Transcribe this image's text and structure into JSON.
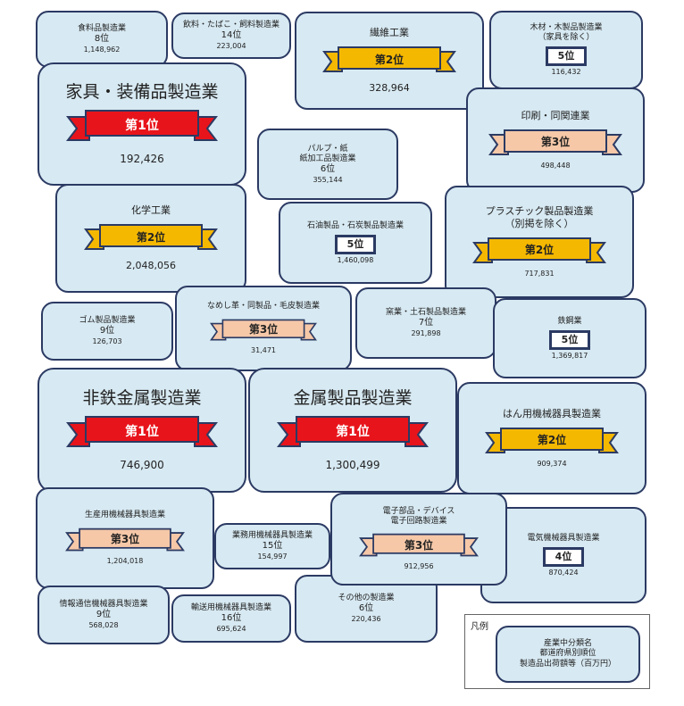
{
  "colors": {
    "card_fill": "#d7e9f2",
    "card_border": "#2b3a63",
    "rank1_fill": "#e8141b",
    "rank2_fill": "#f5b800",
    "rank3_fill": "#f6c8a8"
  },
  "cards": {
    "food": {
      "name": "食料品製造業",
      "rank": "8位",
      "value": "1,148,962"
    },
    "beverage": {
      "name": "飲料・たばこ・飼料製造業",
      "rank": "14位",
      "value": "223,004"
    },
    "textile": {
      "name": "繊維工業",
      "rank": "第2位",
      "value": "328,964"
    },
    "lumber": {
      "name": "木材・木製品製造業",
      "name2": "（家具を除く）",
      "rank": "5位",
      "value": "116,432"
    },
    "furniture": {
      "name": "家具・装備品製造業",
      "rank": "第1位",
      "value": "192,426"
    },
    "pulp": {
      "name": "パルプ・紙",
      "name2": "紙加工品製造業",
      "rank": "6位",
      "value": "355,144"
    },
    "printing": {
      "name": "印刷・同関連業",
      "rank": "第3位",
      "value": "498,448"
    },
    "chemical": {
      "name": "化学工業",
      "rank": "第2位",
      "value": "2,048,056"
    },
    "petroleum": {
      "name": "石油製品・石炭製品製造業",
      "rank": "5位",
      "value": "1,460,098"
    },
    "plastic": {
      "name": "プラスチック製品製造業",
      "name2": "（別掲を除く）",
      "rank": "第2位",
      "value": "717,831"
    },
    "rubber": {
      "name": "ゴム製品製造業",
      "rank": "9位",
      "value": "126,703"
    },
    "leather": {
      "name": "なめし革・同製品・毛皮製造業",
      "rank": "第3位",
      "value": "31,471"
    },
    "ceramic": {
      "name": "窯業・土石製品製造業",
      "rank": "7位",
      "value": "291,898"
    },
    "steel": {
      "name": "鉄鋼業",
      "rank": "5位",
      "value": "1,369,817"
    },
    "nonferrous": {
      "name": "非鉄金属製造業",
      "rank": "第1位",
      "value": "746,900"
    },
    "metal": {
      "name": "金属製品製造業",
      "rank": "第1位",
      "value": "1,300,499"
    },
    "general_mach": {
      "name": "はん用機械器具製造業",
      "rank": "第2位",
      "value": "909,374"
    },
    "prod_mach": {
      "name": "生産用機械器具製造業",
      "rank": "第3位",
      "value": "1,204,018"
    },
    "business_mach": {
      "name": "業務用機械器具製造業",
      "rank": "15位",
      "value": "154,997"
    },
    "electronic": {
      "name": "電子部品・デバイス",
      "name2": "電子回路製造業",
      "rank": "第3位",
      "value": "912,956"
    },
    "electric": {
      "name": "電気機械器具製造業",
      "rank": "4位",
      "value": "870,424"
    },
    "info_comm": {
      "name": "情報通信機械器具製造業",
      "rank": "9位",
      "value": "568,028"
    },
    "transport": {
      "name": "輸送用機械器具製造業",
      "rank": "16位",
      "value": "695,624"
    },
    "other": {
      "name": "その他の製造業",
      "rank": "6位",
      "value": "220,436"
    }
  },
  "legend": {
    "title": "凡例",
    "line1": "産業中分類名",
    "line2": "都道府県別順位",
    "line3": "製造品出荷額等（百万円）"
  }
}
